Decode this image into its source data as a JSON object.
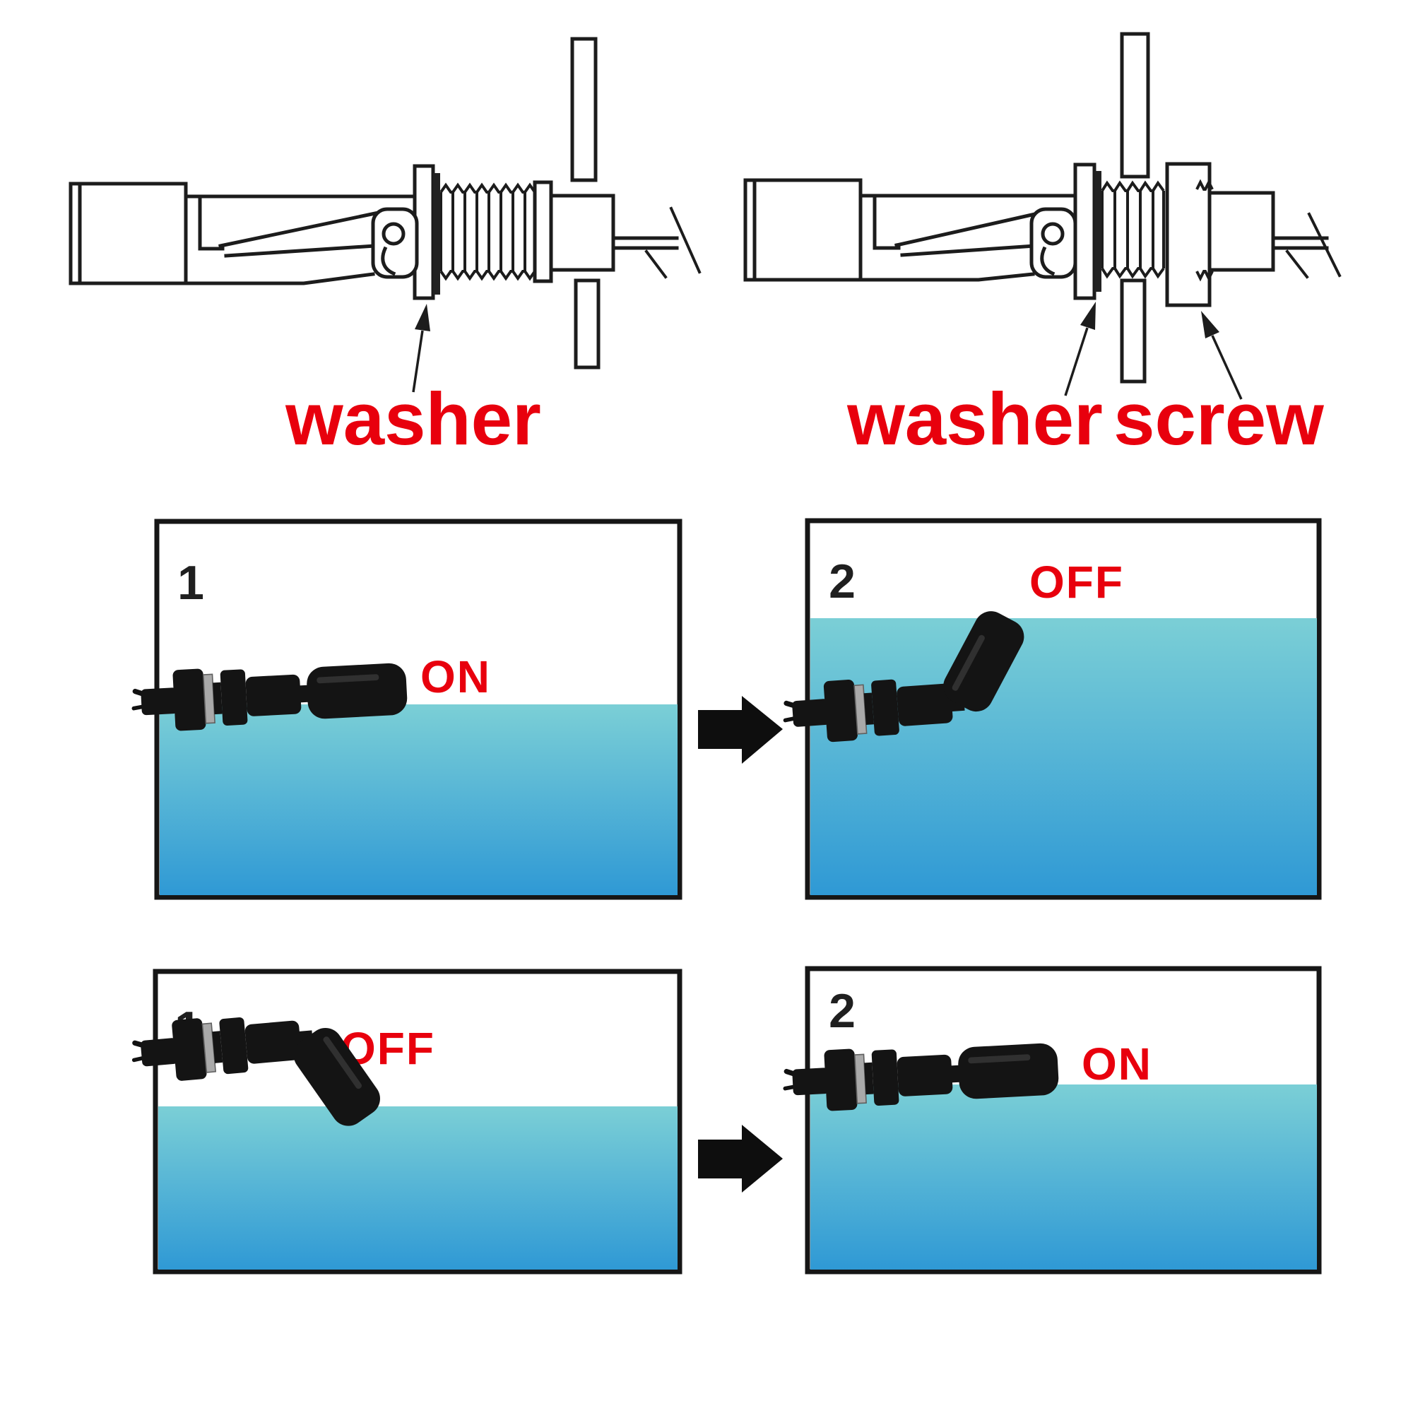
{
  "diagram": {
    "installation": {
      "left_label": "washer",
      "right_label_washer": "washer",
      "right_label_screw": "screw"
    },
    "panels": [
      {
        "number": "1",
        "state": "ON"
      },
      {
        "number": "2",
        "state": "OFF"
      },
      {
        "number": "1",
        "state": "OFF"
      },
      {
        "number": "2",
        "state": "ON"
      }
    ],
    "icons": {
      "flow_arrow_middle": "right-arrow-icon",
      "flow_arrow_bottom": "right-arrow-icon",
      "pointer_arrows": "thin-arrow-icon"
    },
    "colors": {
      "label_red": "#e8000d",
      "line_black": "#1c1c1c",
      "water_top": "#7bcfd6",
      "water_bottom": "#2f99d5",
      "washer_gray": "#a9a9a9",
      "background": "#ffffff"
    }
  }
}
